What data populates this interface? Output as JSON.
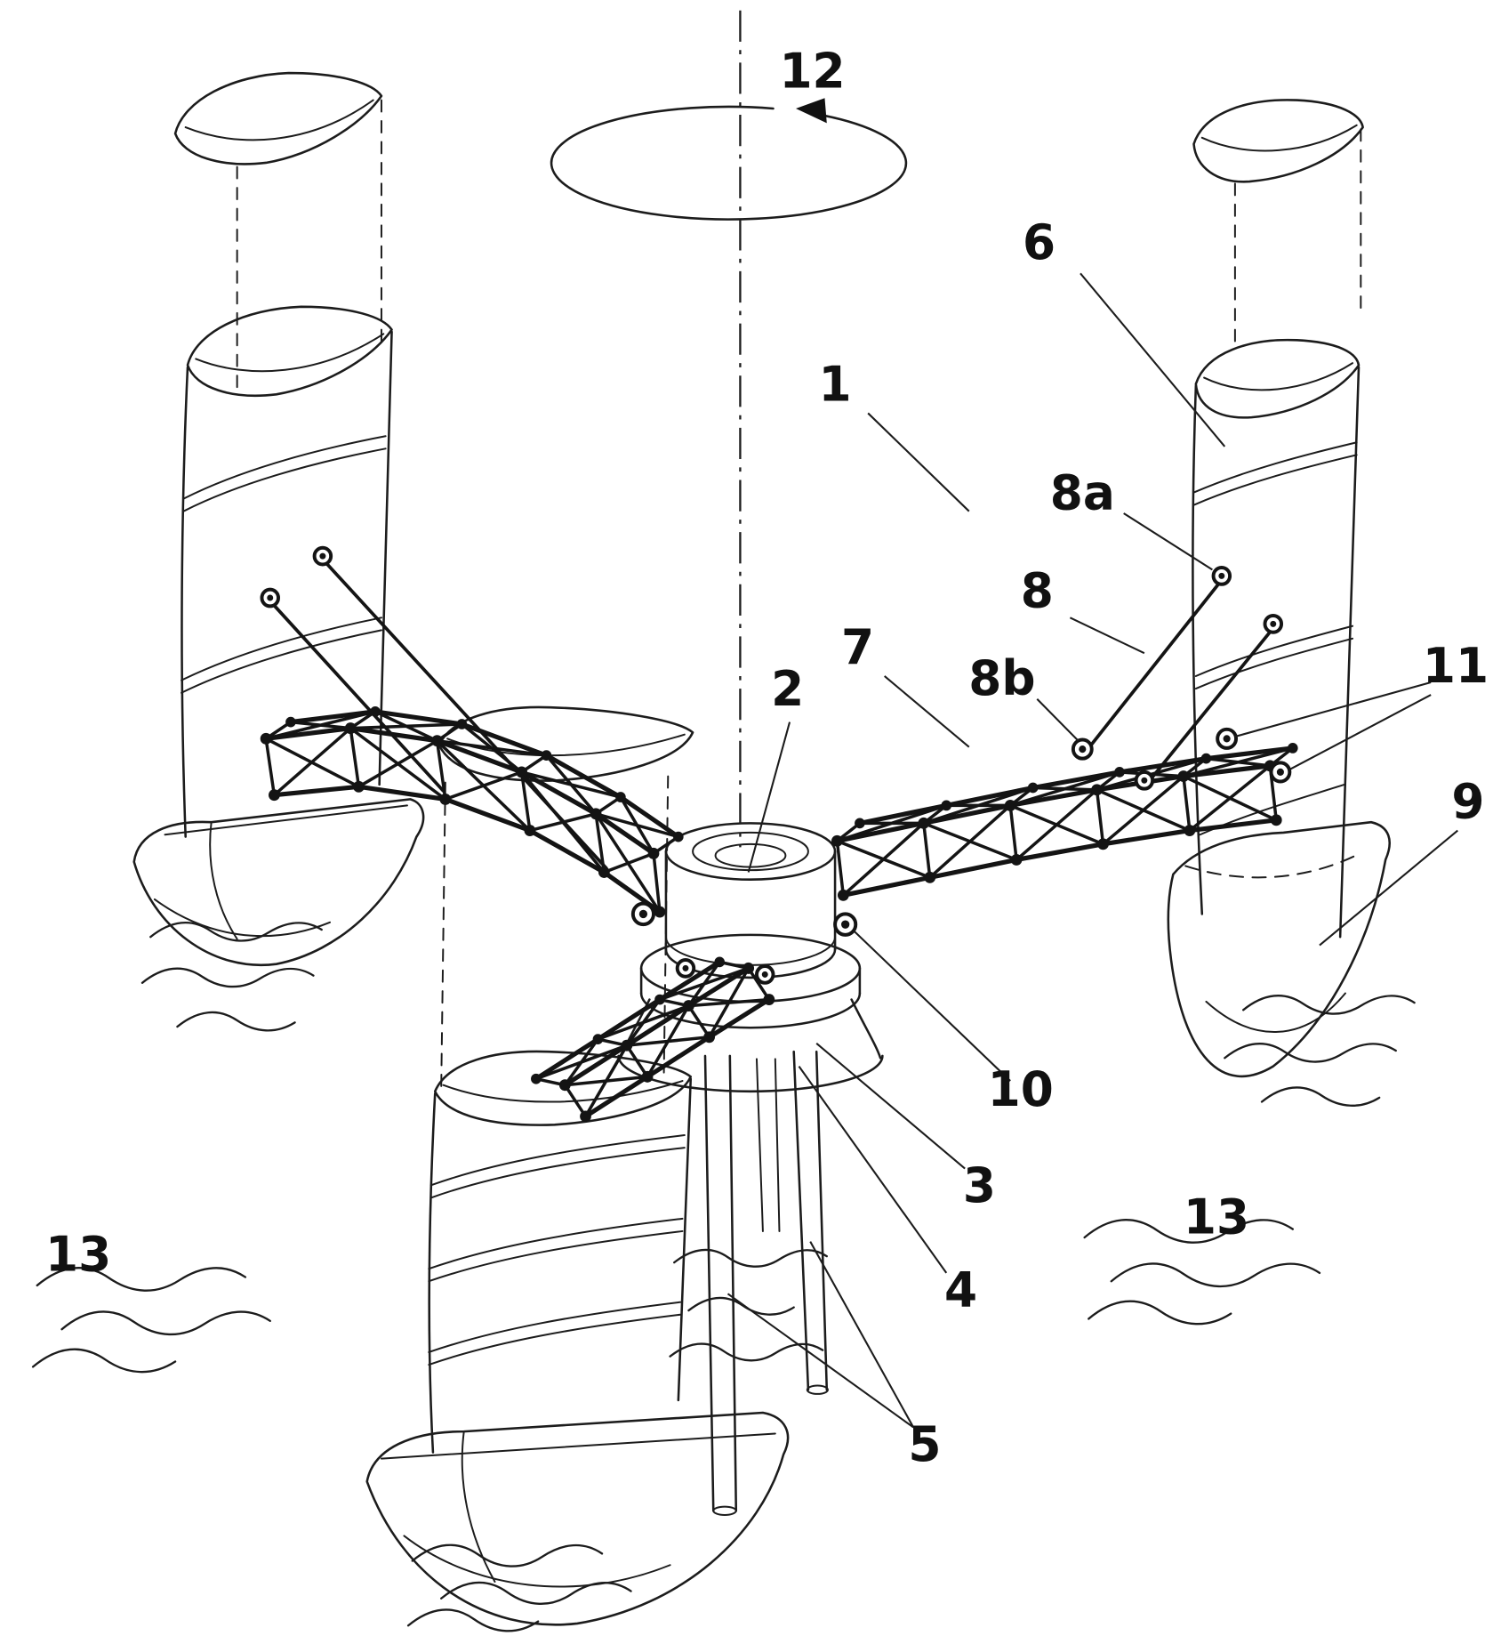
{
  "figure": {
    "colors": {
      "ink": "#1c1c1c",
      "background": "#ffffff"
    }
  },
  "labels": {
    "l1": "1",
    "l2": "2",
    "l3": "3",
    "l4": "4",
    "l5": "5",
    "l6": "6",
    "l7": "7",
    "l8": "8",
    "l8a": "8a",
    "l8b": "8b",
    "l9": "9",
    "l10": "10",
    "l11": "11",
    "l12": "12",
    "l13_left": "13",
    "l13_right": "13"
  }
}
